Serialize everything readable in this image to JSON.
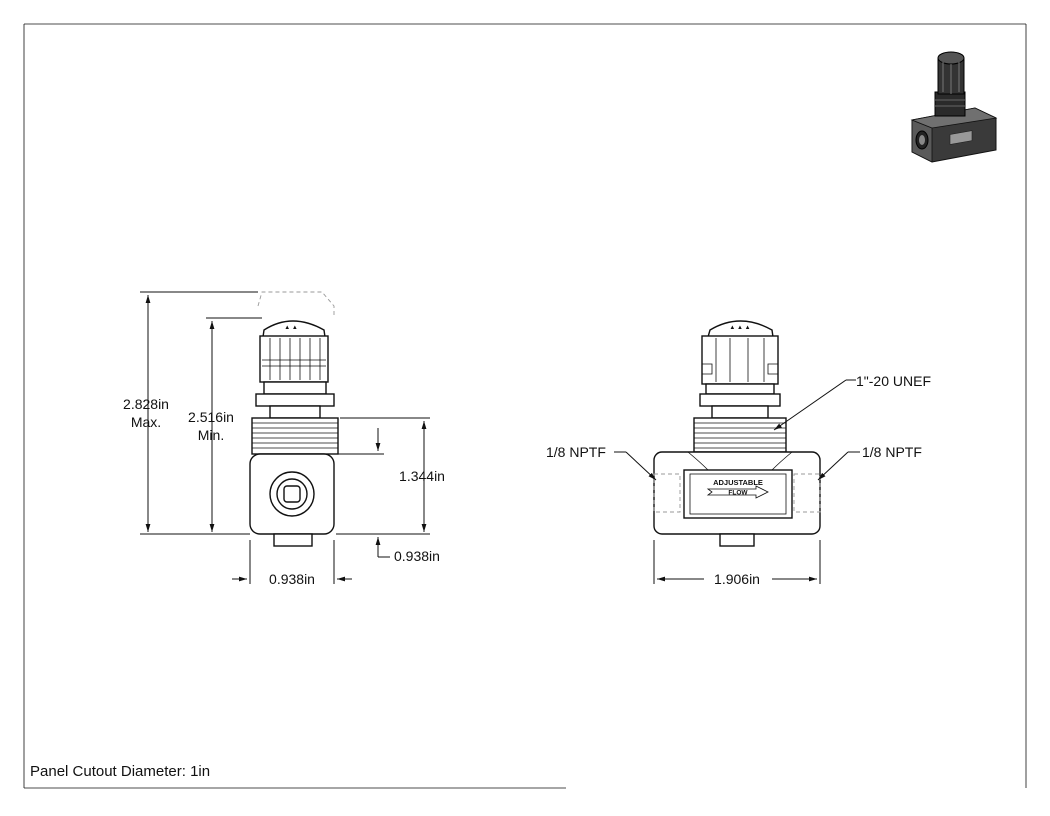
{
  "left_view": {
    "overall_max_height": "2.828in",
    "overall_max_label": "Max.",
    "knob_min_height": "2.516in",
    "knob_min_label": "Min.",
    "body_height": "1.344in",
    "port_offset": "0.938in",
    "body_width": "0.938in"
  },
  "right_view": {
    "thread_spec": "1\"-20 UNEF",
    "port_left": "1/8 NPTF",
    "port_right": "1/8 NPTF",
    "body_length": "1.906in",
    "label_line1": "ADJUSTABLE",
    "label_line2": "FLOW"
  },
  "footer": {
    "panel_cutout": "Panel Cutout Diameter: 1in"
  }
}
